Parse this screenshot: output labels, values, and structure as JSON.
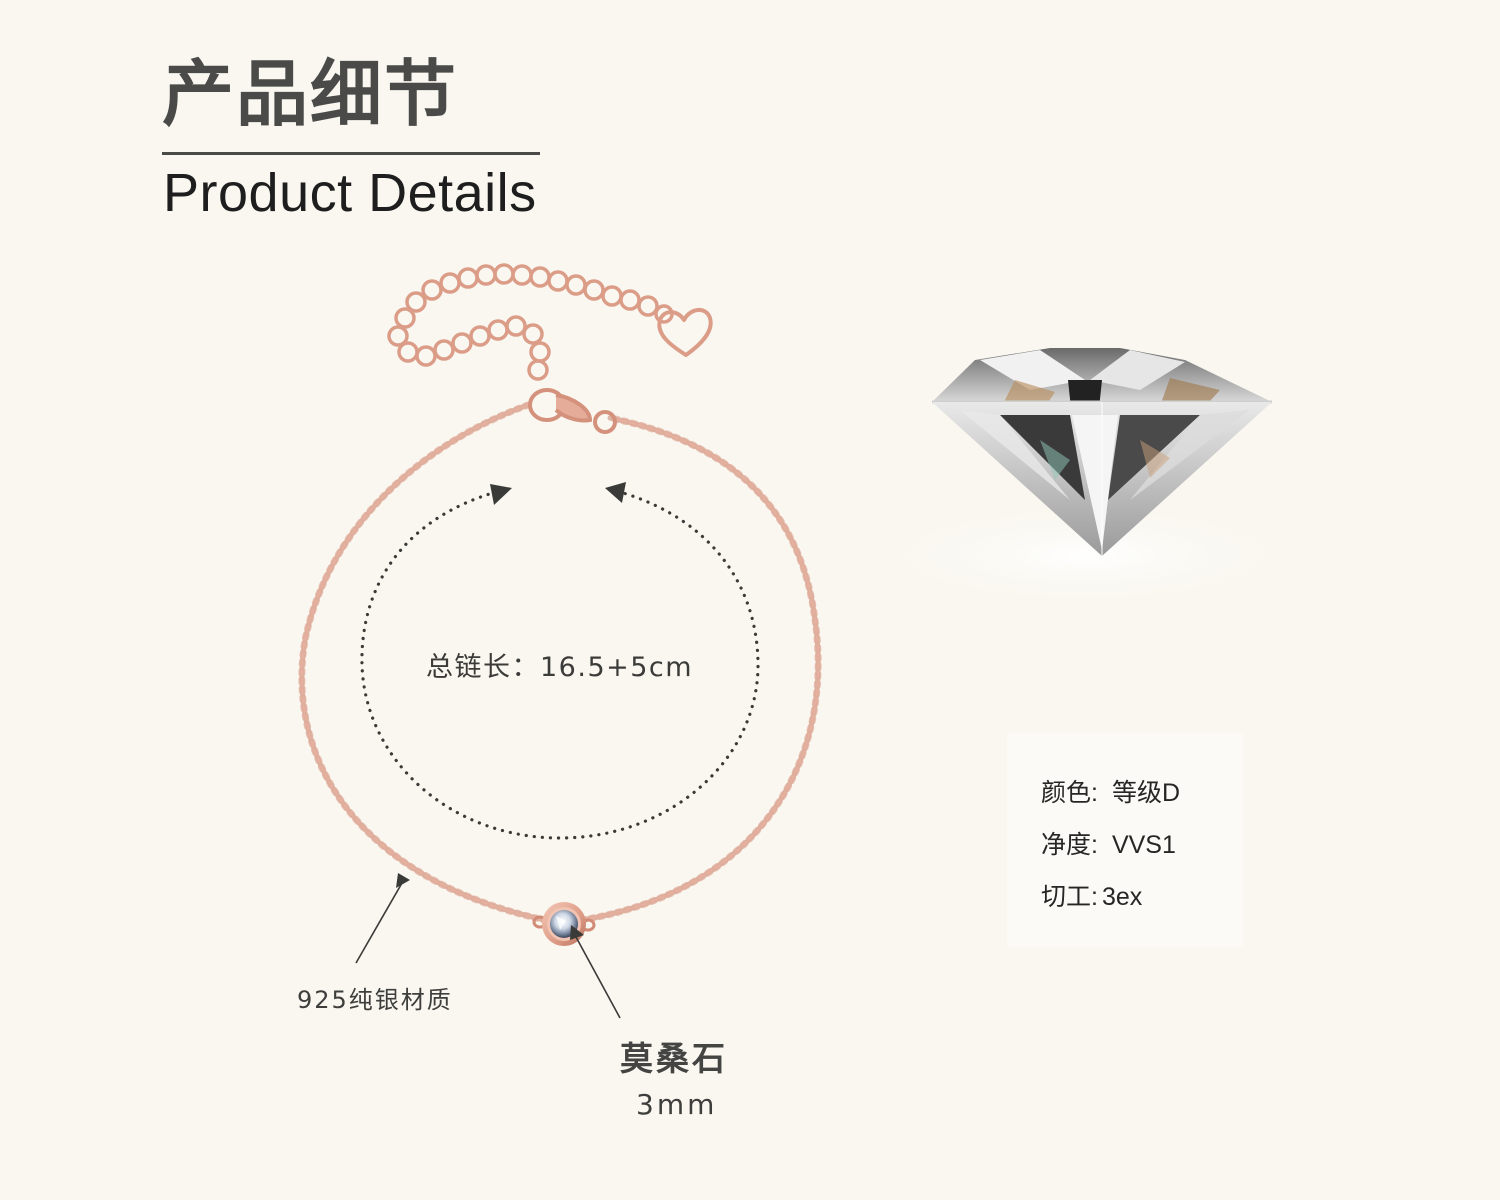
{
  "header": {
    "title_cn": "产品细节",
    "title_en": "Product Details"
  },
  "bracelet": {
    "length_label": "总链长：16.5+5cm",
    "material_label": "925纯银材质",
    "stone_name": "莫桑石",
    "stone_size": "3mm",
    "chain_color": "#e0a895",
    "chain_dark": "#c98470",
    "arrow_color": "#3a3a38"
  },
  "gem_specs": {
    "rows": [
      {
        "key": "颜色:",
        "value": "等级D"
      },
      {
        "key": "净度:",
        "value": "VVS1"
      },
      {
        "key": "切工:",
        "value": "3ex"
      }
    ]
  },
  "colors": {
    "background": "#f9f7f0",
    "title": "#4a4a48",
    "text": "#3e3e3c"
  }
}
